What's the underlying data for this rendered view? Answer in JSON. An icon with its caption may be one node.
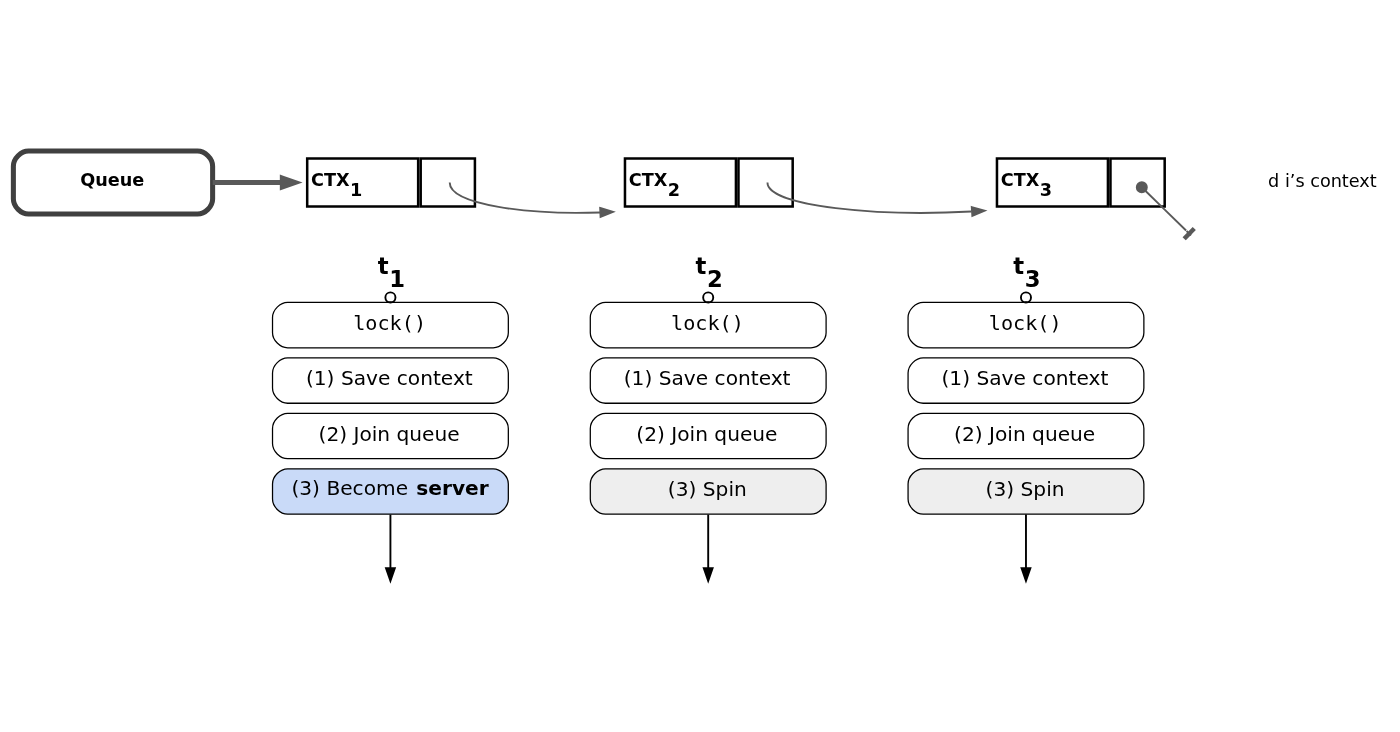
{
  "diagram": {
    "nodes": [
      {
        "text": [
          "Queue"
        ]
      },
      {
        "text": [
          "CTX$_{1}$"
        ]
      },
      {
        "text": [
          "CTX$_{2}$"
        ]
      },
      {
        "text": [
          "CTX$_{3}$"
        ]
      },
      {
        "text": [
          "t$_{1}$"
        ]
      },
      {
        "text": [
          "lock()"
        ]
      },
      {
        "text": [
          "(1) Save context"
        ]
      },
      {
        "text": [
          "(2) Join queue"
        ]
      },
      {
        "text": [
          "(3) Become **server**"
        ]
      },
      {
        "text": [
          "t$_{2}$"
        ]
      },
      {
        "text": [
          "lock()"
        ]
      },
      {
        "text": [
          "(1) Save context"
        ]
      },
      {
        "text": [
          "(2) Join queue"
        ]
      },
      {
        "text": [
          "(3) Spin"
        ]
      },
      {
        "text": [
          "t$_{3}$"
        ]
      },
      {
        "text": [
          "lock()"
        ]
      },
      {
        "text": [
          "(1) Save context"
        ]
      },
      {
        "text": [
          "(2) Join queue"
        ]
      },
      {
        "text": [
          "(3) Spin"
        ]
      }
    ],
    "edges": [
      {
        "from": 0,
        "to": 1,
        "arrow": "to",
        "style": "thick",
        "color": "#595959"
      },
      {
        "from": 1,
        "to": 2,
        "arrow": "to",
        "color": "#595959"
      },
      {
        "from": 2,
        "to": 3,
        "arrow": "to",
        "color": "#595959"
      },
      {
        "from": 3,
        "to": null,
        "arrow": "other",
        "color": "#595959"
      },
      {
        "from": 4,
        "to": 5,
        "arrow": "other"
      },
      {
        "from": 9,
        "to": 10,
        "arrow": "other"
      },
      {
        "from": 14,
        "to": 15,
        "arrow": "other"
      },
      {
        "from": 8,
        "to": null,
        "arrow": "to"
      },
      {
        "from": 13,
        "to": null,
        "arrow": "to"
      },
      {
        "from": 18,
        "to": null,
        "arrow": "to"
      }
    ],
    "labels": [
      "d i’s context"
    ]
  }
}
